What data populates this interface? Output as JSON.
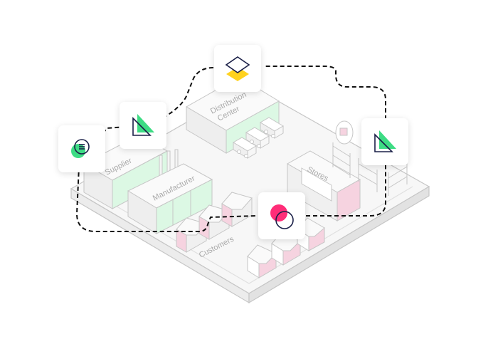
{
  "labels": {
    "supplier": "Supplier",
    "manufacturer": "Manufacturer",
    "distribution_line1": "Distribution",
    "distribution_line2": "Center",
    "stores": "Stores",
    "customers": "Customers"
  },
  "cards": [
    {
      "name": "supplier-card",
      "icon": "list-circle-icon"
    },
    {
      "name": "manufacturer-card",
      "icon": "triangle-ruler-icon"
    },
    {
      "name": "distribution-card",
      "icon": "layers-icon"
    },
    {
      "name": "stores-card",
      "icon": "triangle-ruler-icon"
    },
    {
      "name": "customers-card",
      "icon": "overlap-circles-icon"
    }
  ],
  "colors": {
    "green": "#3ddc84",
    "light_green": "#dcf8e4",
    "pink": "#f6d3e0",
    "hot_pink": "#ff2d78",
    "yellow": "#ffd21f",
    "navy": "#1b2048",
    "outline": "#c6c6c6",
    "path": "#111111"
  }
}
